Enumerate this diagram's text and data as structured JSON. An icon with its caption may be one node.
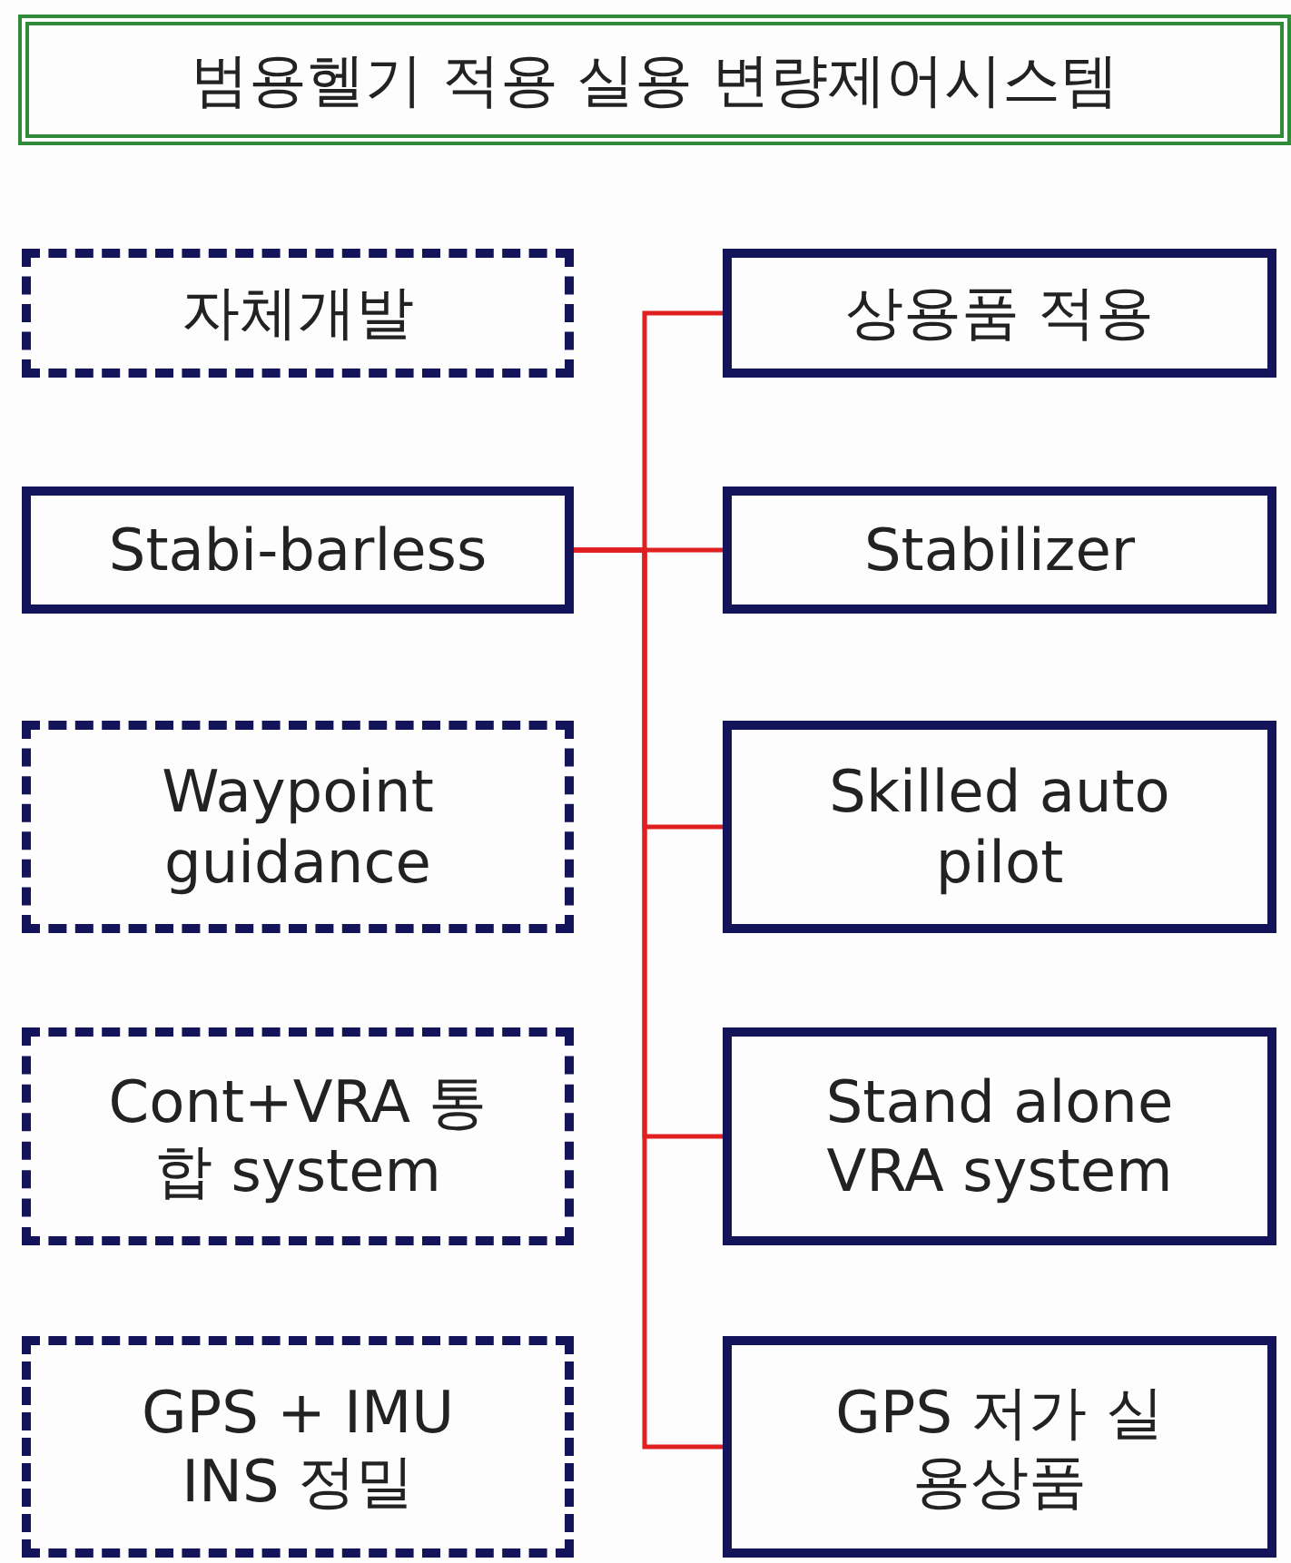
{
  "diagram": {
    "nodes": [
      {
        "text": [
          "범용헬기 적용 실용 변량제어시스템"
        ]
      },
      {
        "text": [
          "자체개발"
        ]
      },
      {
        "text": [
          "상용품 적용"
        ]
      },
      {
        "text": [
          "Stabi-barless"
        ]
      },
      {
        "text": [
          "Stabilizer"
        ]
      },
      {
        "text": [
          "Waypoint guidance"
        ]
      },
      {
        "text": [
          "Skilled auto pilot"
        ]
      },
      {
        "text": [
          "Cont+VRA 통합 system"
        ]
      },
      {
        "text": [
          "Stand alone VRA system"
        ]
      },
      {
        "text": [
          "GPS + IMU INS 정밀"
        ]
      },
      {
        "text": [
          "GPS 저가 실용상품"
        ]
      }
    ],
    "edges": [
      {
        "from": 3,
        "to": 2,
        "arrow": "none"
      },
      {
        "from": 3,
        "to": 4,
        "arrow": "none"
      },
      {
        "from": 3,
        "to": 6,
        "arrow": "none"
      },
      {
        "from": 3,
        "to": 8,
        "arrow": "none"
      },
      {
        "from": 3,
        "to": 10,
        "arrow": "none"
      }
    ]
  }
}
